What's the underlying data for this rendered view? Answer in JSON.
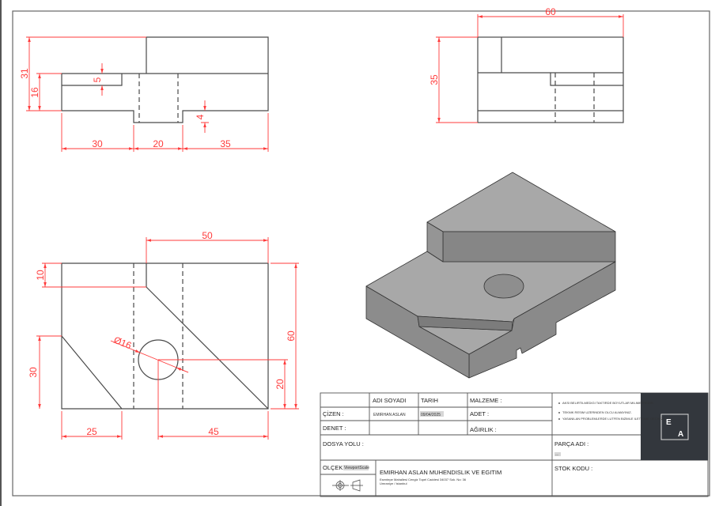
{
  "views": {
    "front": {
      "dims": [
        "31",
        "16",
        "5",
        "4",
        "30",
        "20",
        "35"
      ]
    },
    "side": {
      "dims": [
        "60",
        "35"
      ]
    },
    "top": {
      "dims": [
        "50",
        "10",
        "60",
        "30",
        "20",
        "25",
        "45",
        "Ø16"
      ]
    }
  },
  "title_block": {
    "header_name": "ADI SOYADI",
    "header_date": "TARIH",
    "material_label": "MALZEME :",
    "drawn_label": "ÇİZEN :",
    "drawn_name": "EMIRHAN ASLAN",
    "drawn_date": "09/04/2025",
    "quantity_label": "ADET :",
    "checked_label": "DENET :",
    "weight_label": "AĞIRLIK :",
    "file_path_label": "DOSYA YOLU :",
    "part_name_label": "PARÇA ADI :",
    "part_name_value": "---",
    "scale_label": "OLÇEK :",
    "scale_value": "ViewportScale",
    "company_name": "EMIRHAN ASLAN MUHENDISLIK VE EGITIM",
    "address_line1": "Esentepe Mahallesi Cengiz Topel Caddesi 34037 Sok. No: 36",
    "address_line2": "Umraniye / Istanbul",
    "stock_code_label": "STOK KODU :",
    "notes": [
      "AKSI BELIRTILMEDIGI TAKTIRDE BOYUTLAR MILIMETREDIR.",
      "TEKNIK RESIM UZERINDEN OLCU ALMAYINIZ.",
      "YASANILAN PROBLEMLERDE LUTFEN BIZIMLE ILETISIME GECINIZ."
    ],
    "logo_letters": [
      "E",
      "A"
    ],
    "logo_bg": "#33373d"
  },
  "colors": {
    "dimension": "#ff3b3b",
    "line": "#4a4a4a"
  }
}
